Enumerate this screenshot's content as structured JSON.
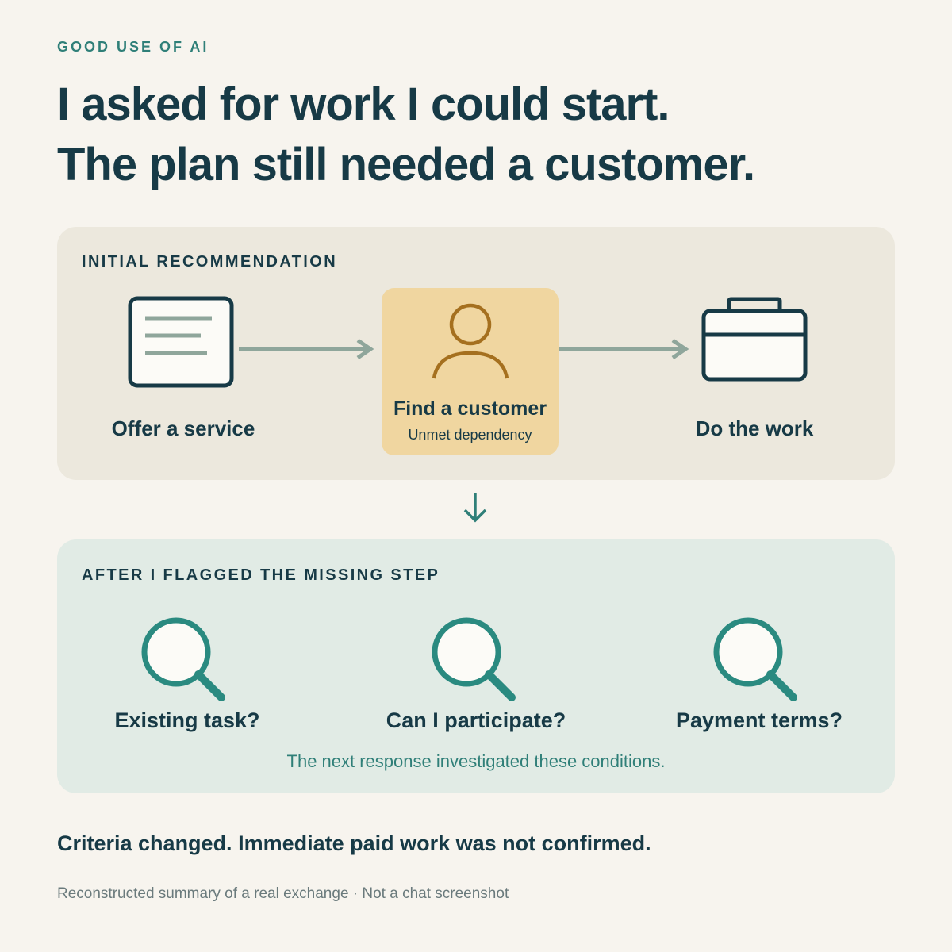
{
  "eyebrow": "GOOD USE OF AI",
  "headline": {
    "line1": "I asked for work I could start.",
    "line2": "The plan still needed a customer."
  },
  "initial": {
    "title": "INITIAL RECOMMENDATION",
    "steps": [
      {
        "label": "Offer a service",
        "icon": "document-icon"
      },
      {
        "label": "Find a customer",
        "sublabel": "Unmet dependency",
        "icon": "person-icon"
      },
      {
        "label": "Do the work",
        "icon": "briefcase-icon"
      }
    ]
  },
  "after": {
    "title": "AFTER I FLAGGED THE MISSING STEP",
    "questions": [
      {
        "label": "Existing task?",
        "icon": "magnifier-icon"
      },
      {
        "label": "Can I participate?",
        "icon": "magnifier-icon"
      },
      {
        "label": "Payment terms?",
        "icon": "magnifier-icon"
      }
    ],
    "note": "The next response investigated these conditions."
  },
  "conclusion": "Criteria changed. Immediate paid work was not confirmed.",
  "footnote": "Reconstructed summary of a real exchange · Not a chat screenshot",
  "colors": {
    "background": "#f7f4ee",
    "navy": "#173a46",
    "teal": "#2f7f78",
    "panel_initial": "#ece8dd",
    "panel_after": "#e1ebe5",
    "highlight": "#f0d6a0",
    "highlight_icon": "#a5701f",
    "arrow": "#8fa69b"
  }
}
